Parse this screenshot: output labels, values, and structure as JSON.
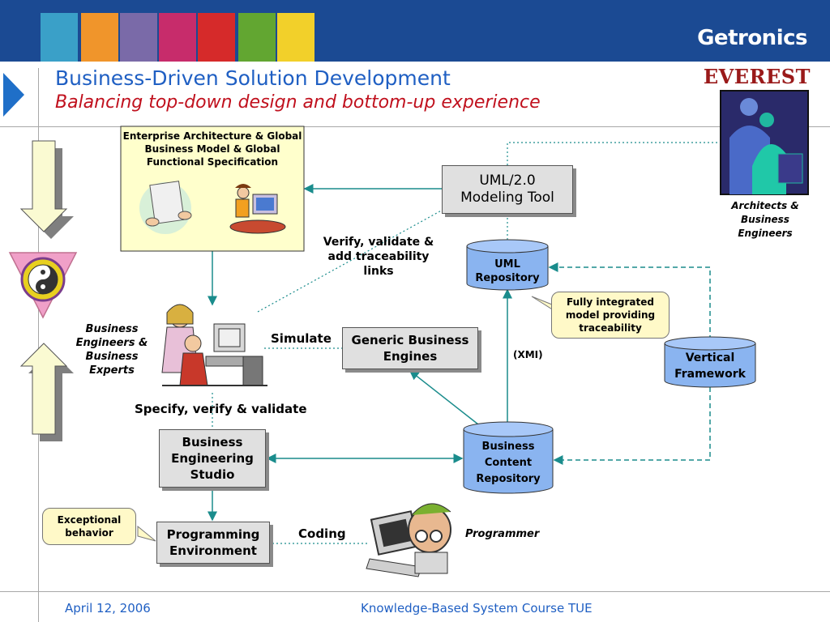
{
  "header": {
    "logo_text": "Getronics",
    "everest_text": "EVEREST",
    "title": "Business-Driven Solution Development",
    "subtitle": "Balancing top-down design and bottom-up experience",
    "strip_colors": [
      "#3aa0c8",
      "#f0952b",
      "#7a6aa8",
      "#c72c6b",
      "#d62a2a",
      "#62a631",
      "#f2d02a"
    ]
  },
  "diagram": {
    "enterprise_box": "Enterprise Architecture & Global Business Model & Global Functional Specification",
    "uml_tool": "UML/2.0 Modeling Tool",
    "uml_repository": "UML Repository",
    "verify_label": "Verify, validate & add traceability links",
    "fully_integrated": "Fully integrated model providing traceability",
    "architects_label": "Architects & Business Engineers",
    "simulate_label": "Simulate",
    "generic_engines": "Generic Business Engines",
    "xmi_label": "(XMI)",
    "vertical_framework": "Vertical Framework",
    "business_engineers_label": "Business Engineers & Business Experts",
    "specify_label": "Specify, verify & validate",
    "studio": "Business Engineering Studio",
    "content_repository": "Business Content Repository",
    "exceptional": "Exceptional behavior",
    "programming_env": "Programming Environment",
    "coding_label": "Coding",
    "programmer_label": "Programmer"
  },
  "footer": {
    "date": "April 12, 2006",
    "course": "Knowledge-Based System Course TUE"
  },
  "colors": {
    "title_blue": "#1f5fc3",
    "subtitle_red": "#c0101d",
    "arrow_teal": "#1a8c8c",
    "cylinder_blue": "#8ab4f0"
  }
}
